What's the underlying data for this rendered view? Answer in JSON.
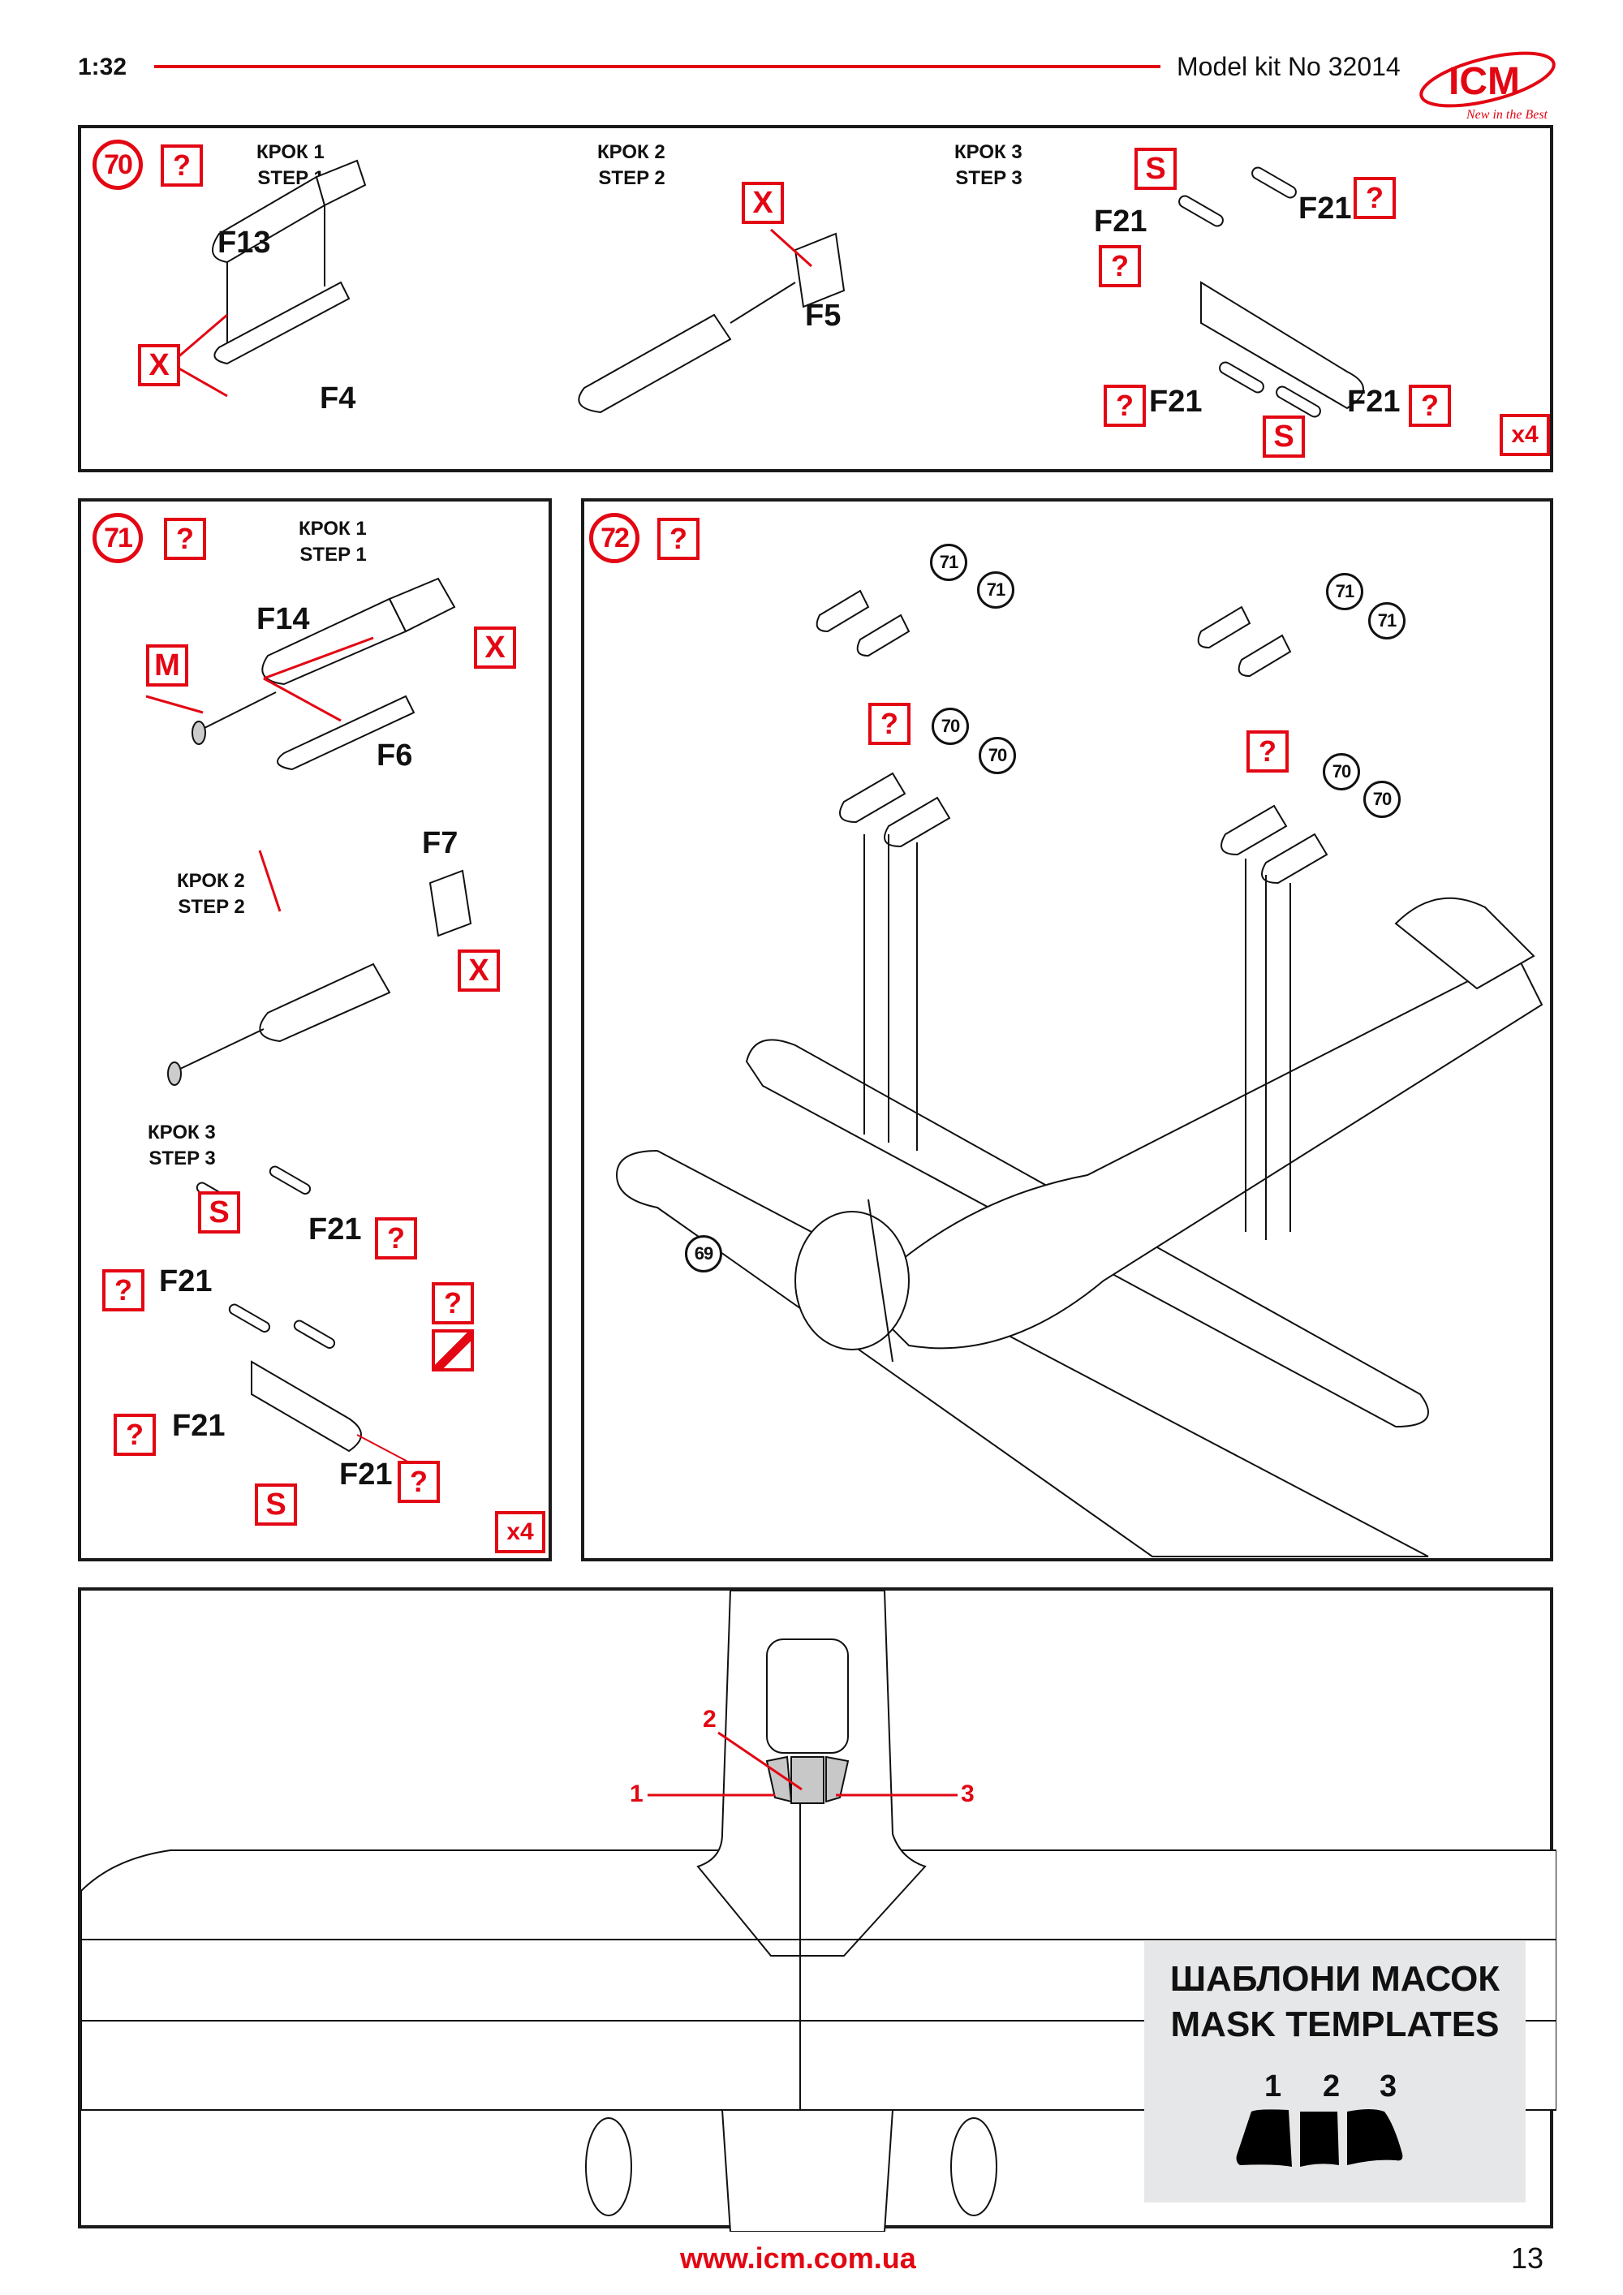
{
  "header": {
    "scale": "1:32",
    "kit_number": "Model kit No 32014",
    "logo_text": "ICM",
    "logo_tagline": "New in the Best"
  },
  "colors": {
    "accent_red": "#e30613",
    "line_black": "#1a1a1a",
    "mask_panel_bg": "#e6e7e9"
  },
  "step70": {
    "number": "70",
    "paint_marker": "?",
    "substeps": [
      {
        "label_ua": "КРОК 1",
        "label_en": "STEP 1",
        "parts": [
          "F13",
          "F4"
        ],
        "markers": [
          "X"
        ]
      },
      {
        "label_ua": "КРОК 2",
        "label_en": "STEP 2",
        "parts": [
          "F5"
        ],
        "markers": [
          "X"
        ]
      },
      {
        "label_ua": "КРОК 3",
        "label_en": "STEP 3",
        "parts": [
          "F21",
          "F21",
          "F21",
          "F21"
        ],
        "markers": [
          "S",
          "S",
          "?",
          "?",
          "?",
          "?"
        ]
      }
    ],
    "quantity": "x4"
  },
  "step71": {
    "number": "71",
    "paint_marker": "?",
    "substeps": [
      {
        "label_ua": "КРОК 1",
        "label_en": "STEP 1",
        "parts": [
          "F14",
          "F6"
        ],
        "markers": [
          "M",
          "X"
        ]
      },
      {
        "label_ua": "КРОК 2",
        "label_en": "STEP 2",
        "parts": [
          "F7"
        ],
        "markers": [
          "X"
        ]
      },
      {
        "label_ua": "КРОК 3",
        "label_en": "STEP 3",
        "parts": [
          "F21",
          "F21",
          "F21",
          "F21"
        ],
        "markers": [
          "S",
          "S",
          "?",
          "?",
          "?",
          "?",
          "?"
        ]
      }
    ],
    "quantity": "x4"
  },
  "step72": {
    "number": "72",
    "paint_marker": "?",
    "refs_left": [
      "71",
      "71",
      "70",
      "70"
    ],
    "refs_right": [
      "71",
      "71",
      "70",
      "70"
    ],
    "assembly_ref": "69",
    "bomb_paint_markers": [
      "?",
      "?"
    ]
  },
  "mask": {
    "callouts": [
      "1",
      "2",
      "3"
    ],
    "title_ua": "ШАБЛОНИ МАСОК",
    "title_en": "MASK TEMPLATES",
    "template_numbers": [
      "1",
      "2",
      "3"
    ]
  },
  "footer": {
    "url": "www.icm.com.ua",
    "page_number": "13"
  }
}
